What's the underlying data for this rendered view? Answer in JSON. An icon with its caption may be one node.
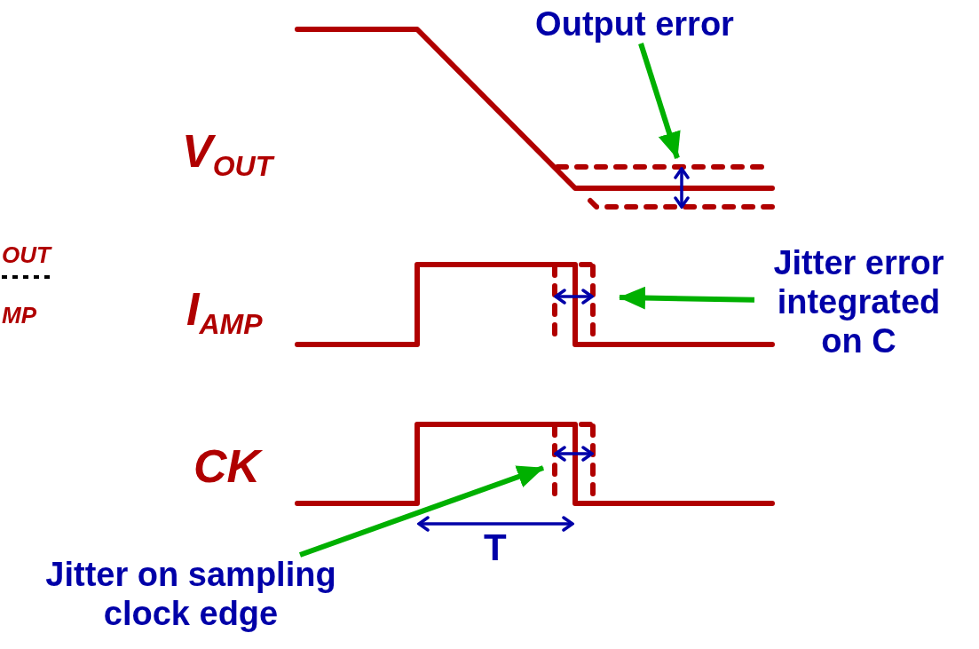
{
  "diagram": {
    "nodes": [
      {
        "text": [
          "Output error"
        ]
      },
      {
        "text": [
          "Jitter error integrated on C"
        ]
      },
      {
        "text": [
          "Jitter on sampling clock edge"
        ]
      }
    ],
    "edges": [
      {
        "from": 0,
        "to": null,
        "arrow": "to"
      },
      {
        "from": 1,
        "to": null,
        "arrow": "to"
      },
      {
        "from": 2,
        "to": null,
        "arrow": "to"
      }
    ],
    "labels": [
      "V$_{OUT}$",
      "OUT",
      "I$_{AMP}$",
      "MP",
      "CK",
      "T"
    ]
  }
}
